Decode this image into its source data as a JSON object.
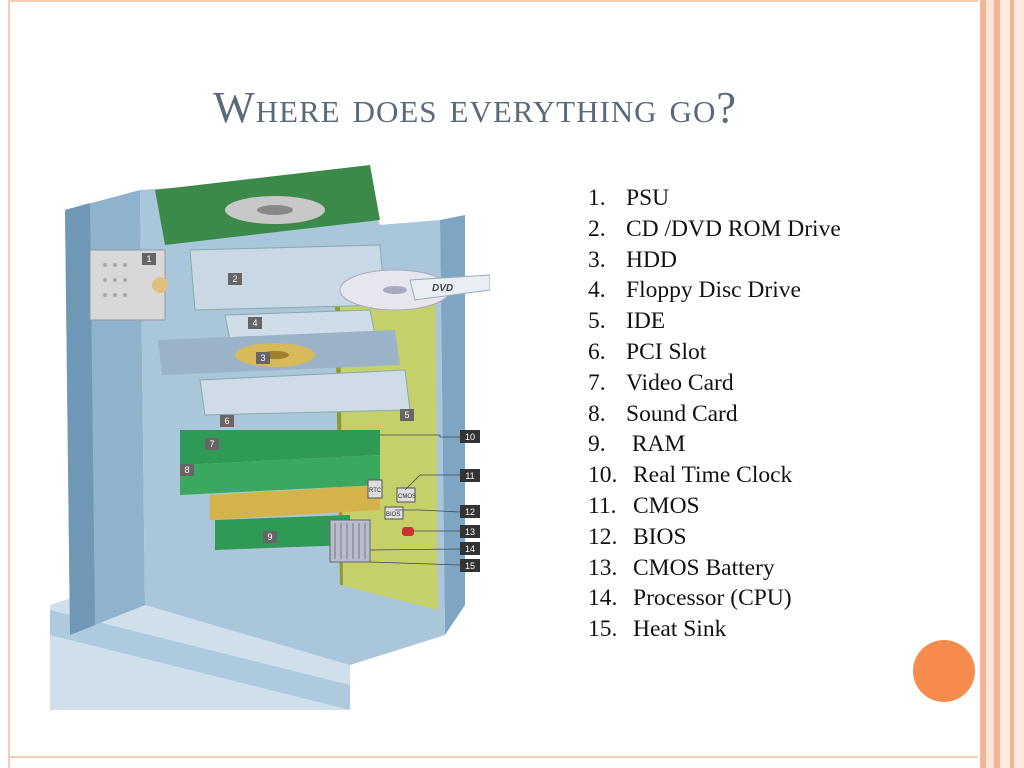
{
  "slide": {
    "title": "Where does everything go?"
  },
  "diagram": {
    "callouts": [
      "1",
      "2",
      "3",
      "4",
      "5",
      "6",
      "7",
      "8",
      "9",
      "10",
      "11",
      "12",
      "13",
      "14",
      "15"
    ],
    "chip_labels": {
      "rtc": "RTC",
      "cmos": "CMOS",
      "bios": "BIOS",
      "dvd": "DVD"
    }
  },
  "parts": [
    {
      "num": "1.",
      "label": "PSU"
    },
    {
      "num": "2.",
      "label": "CD /DVD ROM Drive"
    },
    {
      "num": "3.",
      "label": "HDD"
    },
    {
      "num": "4.",
      "label": "Floppy Disc Drive"
    },
    {
      "num": "5.",
      "label": "IDE"
    },
    {
      "num": "6.",
      "label": "PCI Slot"
    },
    {
      "num": "7.",
      "label": "Video Card"
    },
    {
      "num": "8.",
      "label": "Sound Card"
    },
    {
      "num": "9.",
      "label": " RAM"
    },
    {
      "num": "10.",
      "label": "Real Time Clock"
    },
    {
      "num": "11.",
      "label": "CMOS"
    },
    {
      "num": "12.",
      "label": "BIOS"
    },
    {
      "num": "13.",
      "label": "CMOS Battery"
    },
    {
      "num": "14.",
      "label": "Processor (CPU)"
    },
    {
      "num": "15.",
      "label": "Heat Sink"
    }
  ],
  "colors": {
    "accent": "#f58b4c",
    "frame": "#f6cbb5",
    "title": "#5a6a7a",
    "board": "#c6d06a",
    "case": "#8fb4cc"
  }
}
